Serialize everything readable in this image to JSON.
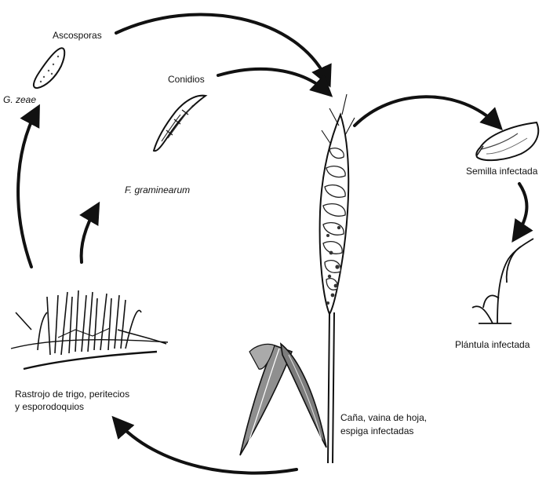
{
  "labels": {
    "ascosporas": "Ascosporas",
    "g_zeae": "G. zeae",
    "conidios": "Conidios",
    "f_graminearum": "F. graminearum",
    "semilla": "Semilla infectada",
    "plantula": "Plántula infectada",
    "rastrojo_l1": "Rastrojo de trigo, peritecios",
    "rastrojo_l2": "y esporodoquios",
    "cana_l1": "Caña, vaina de hoja,",
    "cana_l2": "espiga infectadas"
  },
  "colors": {
    "ink": "#111111",
    "paper": "#ffffff",
    "shade": "#9a9a9a"
  }
}
